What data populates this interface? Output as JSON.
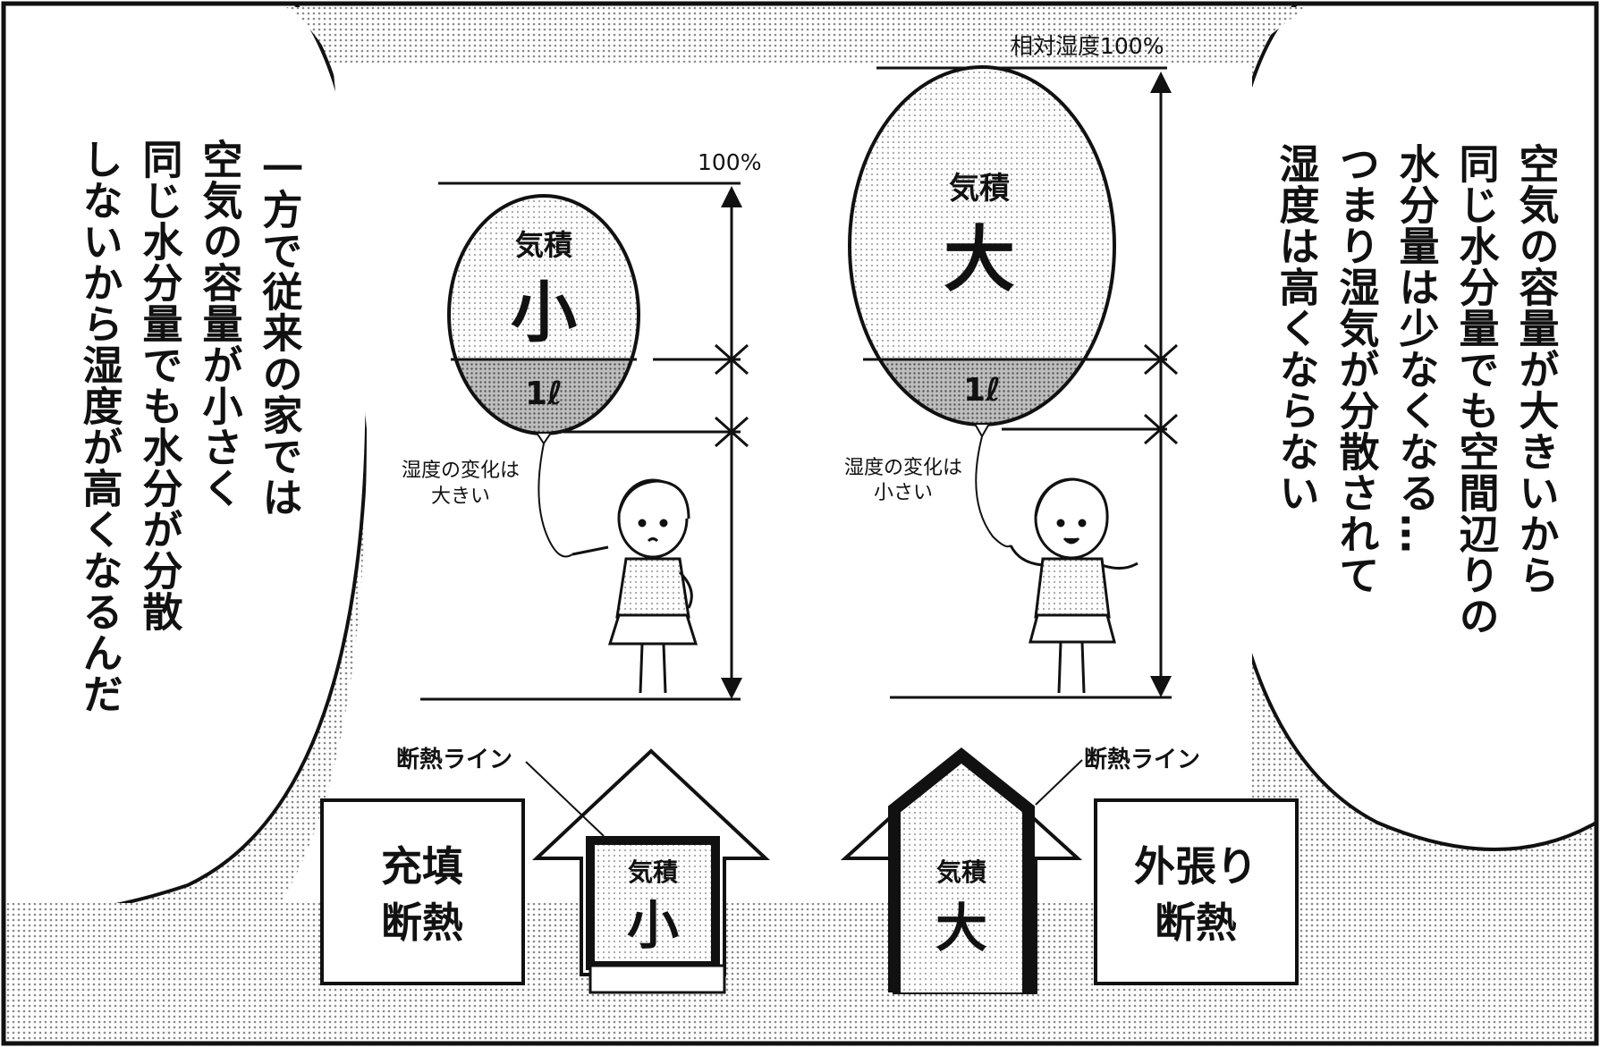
{
  "left_speech_lines": [
    "一方で従来の家では",
    "空気の容量が小さく",
    "同じ水分量でも水分が分散",
    "しないから湿度が高くなるんだ"
  ],
  "right_speech_lines": [
    "空気の容量が大きいから",
    "同じ水分量でも空間辺りの",
    "水分量は少なくなる…",
    "つまり湿気が分散されて",
    "湿度は高くならない"
  ],
  "small_balloon": {
    "volume_label": "気積",
    "size_word": "小",
    "water_label": "1ℓ",
    "percent_label": "100%",
    "humidity_caption_line1": "湿度の変化は",
    "humidity_caption_line2": "大きい"
  },
  "large_balloon": {
    "volume_label": "気積",
    "size_word": "大",
    "water_label": "1ℓ",
    "percent_label": "相対湿度100%",
    "humidity_caption_line1": "湿度の変化は",
    "humidity_caption_line2": "小さい"
  },
  "fill_house": {
    "method_line1": "充填",
    "method_line2": "断熱",
    "insulation_label": "断熱ライン",
    "volume_label": "気積",
    "size_word": "小"
  },
  "external_house": {
    "method_line1": "外張り",
    "method_line2": "断熱",
    "insulation_label": "断熱ライン",
    "volume_label": "気積",
    "size_word": "大"
  },
  "colors": {
    "ink": "#111111",
    "screentone": "#cfcfcf",
    "water_tone": "#9a9a9a"
  }
}
